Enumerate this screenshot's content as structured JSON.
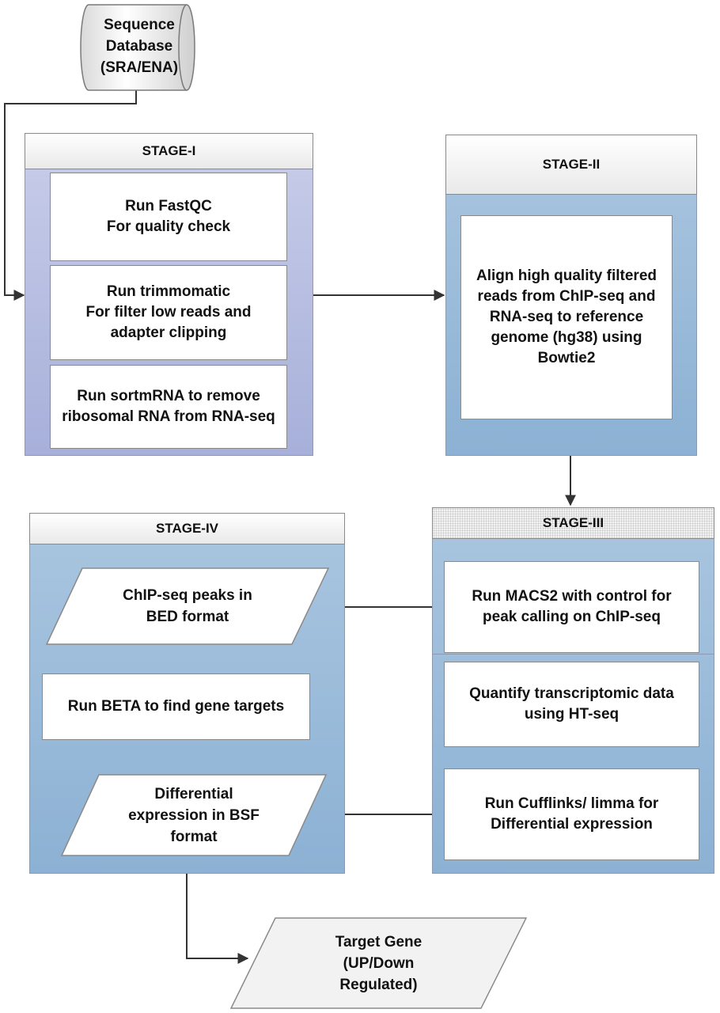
{
  "source": {
    "label": "Sequence\nDatabase\n(SRA/ENA)",
    "icon": "database-cylinder-icon"
  },
  "stage1": {
    "title": "STAGE-I",
    "steps": [
      "Run FastQC\nFor quality check",
      "Run trimmomatic\nFor filter low reads and\nadapter clipping",
      "Run sortmRNA  to remove\nribosomal RNA from RNA-seq"
    ]
  },
  "stage2": {
    "title": "STAGE-II",
    "steps": [
      "Align high quality filtered\nreads from ChIP-seq and\nRNA-seq to reference\ngenome (hg38) using\nBowtie2"
    ]
  },
  "stage3": {
    "title": "STAGE-III",
    "steps": [
      "Run MACS2 with control for\npeak calling on ChIP-seq",
      "Quantify transcriptomic data\nusing HT-seq",
      "Run Cufflinks/ limma for\nDifferential expression"
    ]
  },
  "stage4": {
    "title": "STAGE-IV",
    "peaks_data": "ChIP-seq peaks in\nBED format",
    "beta_step": "Run BETA to find gene targets",
    "de_data": "Differential\nexpression in BSF\nformat"
  },
  "output": {
    "label": "Target Gene\n(UP/Down\nRegulated)"
  },
  "colors": {
    "stage1_fill": "#b7bde2",
    "stage_blue_fill": "#9dbcdc",
    "border": "#8a8a8a",
    "arrow": "#333333"
  }
}
